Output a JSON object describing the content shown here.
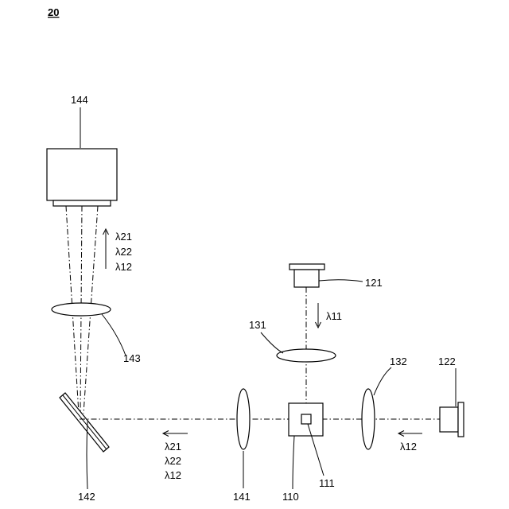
{
  "figure_number": "20",
  "components": {
    "detector": "144",
    "lens_upper": "143",
    "tilted_mirror": "142",
    "lens_left": "141",
    "cube": "110",
    "cube_inner": "111",
    "source_top": "121",
    "lens_top": "131",
    "lens_right": "132",
    "source_right": "122"
  },
  "wavelengths": {
    "up": [
      "λ21",
      "λ22",
      "λ12"
    ],
    "top_source": "λ11",
    "right_source": "λ12",
    "left_beam": [
      "λ21",
      "λ22",
      "λ12"
    ]
  }
}
